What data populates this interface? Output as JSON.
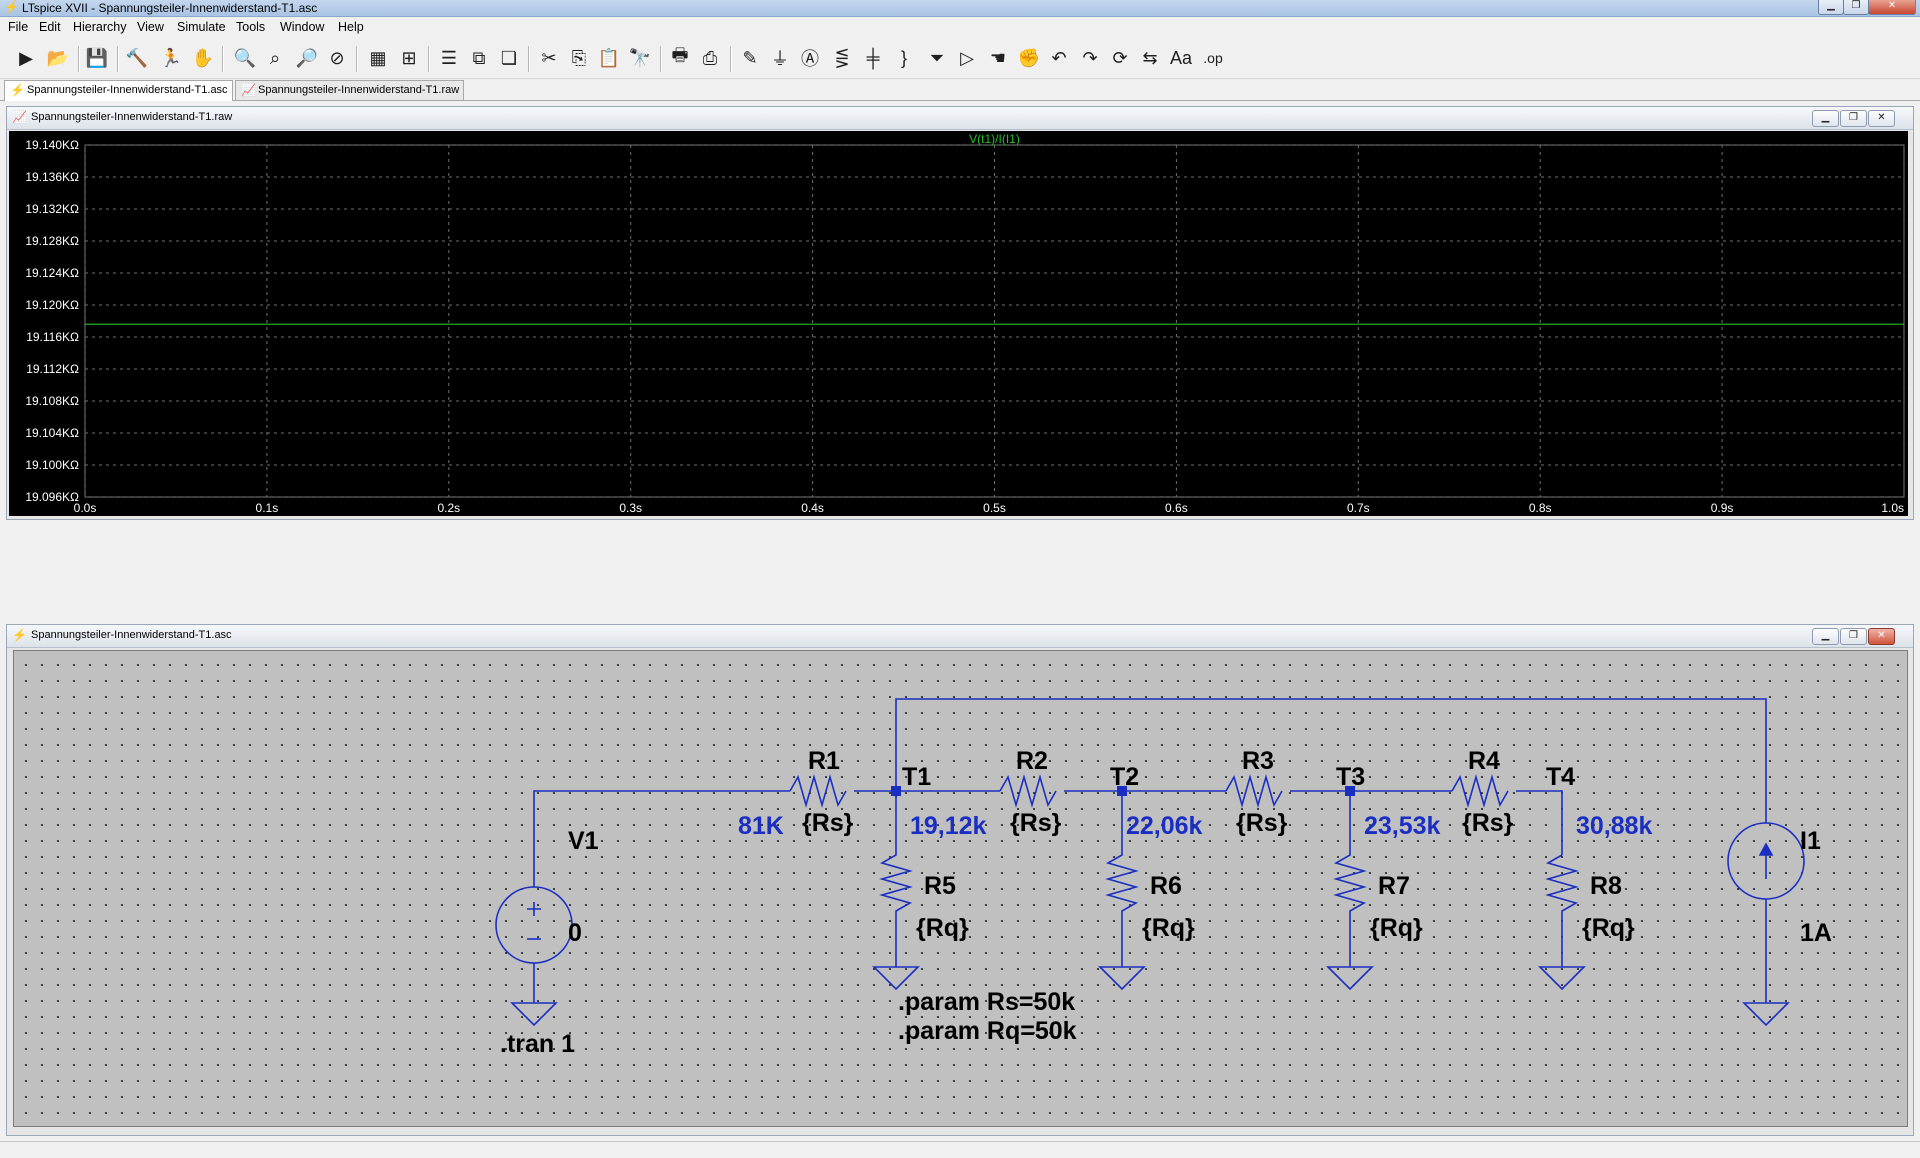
{
  "app": {
    "window_title": "LTspice XVII - Spannungsteiler-Innenwiderstand-T1.asc"
  },
  "menu": [
    "File",
    "Edit",
    "Hierarchy",
    "View",
    "Simulate",
    "Tools",
    "Window",
    "Help"
  ],
  "toolbar_icons": [
    "run-icon",
    "open-icon",
    "save-icon",
    "control-panel-icon",
    "halt-icon",
    "pan-icon",
    "zoom-in-icon",
    "zoom-area-icon",
    "zoom-out-icon",
    "zoom-fit-icon",
    "autorange-icon",
    "mark-icon",
    "tile-horizontal-icon",
    "tile-vertical-icon",
    "cascade-icon",
    "cut-icon",
    "copy-icon",
    "paste-icon",
    "find-icon",
    "print-icon",
    "print-setup-icon",
    "wire-icon",
    "ground-icon",
    "label-icon",
    "resistor-icon",
    "capacitor-icon",
    "inductor-icon",
    "diode-icon",
    "component-icon",
    "move-icon",
    "drag-icon",
    "undo-icon",
    "redo-icon",
    "rotate-icon",
    "mirror-icon",
    "text-icon",
    "spice-directive-icon"
  ],
  "tabs": [
    {
      "label": "Spannungsteiler-Innenwiderstand-T1.asc",
      "icon": "schematic-icon",
      "active": true
    },
    {
      "label": "Spannungsteiler-Innenwiderstand-T1.raw",
      "icon": "waveform-icon",
      "active": false
    }
  ],
  "plot_window": {
    "title": "Spannungsteiler-Innenwiderstand-T1.raw",
    "background": "#000000",
    "trace_color": "#22c02a"
  },
  "chart_data": {
    "type": "line",
    "series": [
      {
        "name": "V(t1)/I(I1)",
        "x": [
          0.0,
          1.0
        ],
        "y": [
          19.1176,
          19.1176
        ]
      }
    ],
    "x_ticks": [
      "0.0s",
      "0.1s",
      "0.2s",
      "0.3s",
      "0.4s",
      "0.5s",
      "0.6s",
      "0.7s",
      "0.8s",
      "0.9s",
      "1.0s"
    ],
    "x_tick_values": [
      0,
      0.1,
      0.2,
      0.3,
      0.4,
      0.5,
      0.6,
      0.7,
      0.8,
      0.9,
      1.0
    ],
    "y_ticks": [
      "19.140KΩ",
      "19.136KΩ",
      "19.132KΩ",
      "19.128KΩ",
      "19.124KΩ",
      "19.120KΩ",
      "19.116KΩ",
      "19.112KΩ",
      "19.108KΩ",
      "19.104KΩ",
      "19.100KΩ",
      "19.096KΩ"
    ],
    "y_tick_values": [
      19.14,
      19.136,
      19.132,
      19.128,
      19.124,
      19.12,
      19.116,
      19.112,
      19.108,
      19.104,
      19.1,
      19.096
    ],
    "xlim": [
      0,
      1.0
    ],
    "ylim": [
      19.096,
      19.14
    ],
    "grid": true
  },
  "schematic_window": {
    "title": "Spannungsteiler-Innenwiderstand-T1.asc",
    "wire_color": "#1a2fc2",
    "components": {
      "V1": {
        "name": "V1",
        "value": "0"
      },
      "I1": {
        "name": "I1",
        "value": "1A"
      },
      "R1": {
        "name": "R1",
        "value": "{Rs}"
      },
      "R2": {
        "name": "R2",
        "value": "{Rs}"
      },
      "R3": {
        "name": "R3",
        "value": "{Rs}"
      },
      "R4": {
        "name": "R4",
        "value": "{Rs}"
      },
      "R5": {
        "name": "R5",
        "value": "{Rq}"
      },
      "R6": {
        "name": "R6",
        "value": "{Rq}"
      },
      "R7": {
        "name": "R7",
        "value": "{Rq}"
      },
      "R8": {
        "name": "R8",
        "value": "{Rq}"
      }
    },
    "nodes": [
      "T1",
      "T2",
      "T3",
      "T4"
    ],
    "annotations": [
      "81K",
      "19,12k",
      "22,06k",
      "23,53k",
      "30,88k"
    ],
    "directives": [
      ".param Rs=50k",
      ".param Rq=50k",
      ".tran 1"
    ]
  }
}
